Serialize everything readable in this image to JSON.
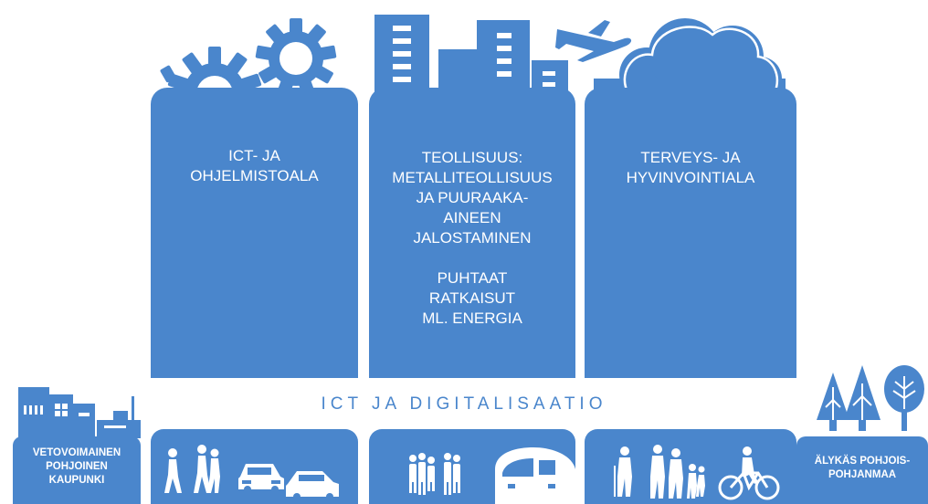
{
  "pillars": [
    {
      "lines": [
        "ICT- JA",
        "OHJELMISTOALA"
      ],
      "icon": "gears-icon"
    },
    {
      "lines": [
        "TEOLLISUUS:",
        "METALLITEOLLISUUS",
        "JA PUURAAKA-",
        "AINEEN",
        "JALOSTAMINEN",
        "",
        "PUHTAAT",
        "RATKAISUT",
        "ML. ENERGIA"
      ],
      "icon": "factory-buildings-icon"
    },
    {
      "lines": [
        "TERVEYS- JA",
        "HYVINVOINTIALA"
      ],
      "icon": "airplane-cloud-icon"
    }
  ],
  "banner": "ICT JA DIGITALISAATIO",
  "left_box": {
    "lines": [
      "VETOVOIMAINEN",
      "POHJOINEN",
      "KAUPUNKI"
    ],
    "icon": "city-harbor-icon"
  },
  "right_box": {
    "lines": [
      "ÄLYKÄS POHJOIS-",
      "POHJANMAA"
    ],
    "icon": "trees-icon"
  },
  "bottom_icons": [
    "walking-people-cars-icon",
    "people-train-icon",
    "family-bicycle-icon"
  ],
  "colors": {
    "primary": "#4a86cc",
    "text_on_primary": "#ffffff"
  }
}
